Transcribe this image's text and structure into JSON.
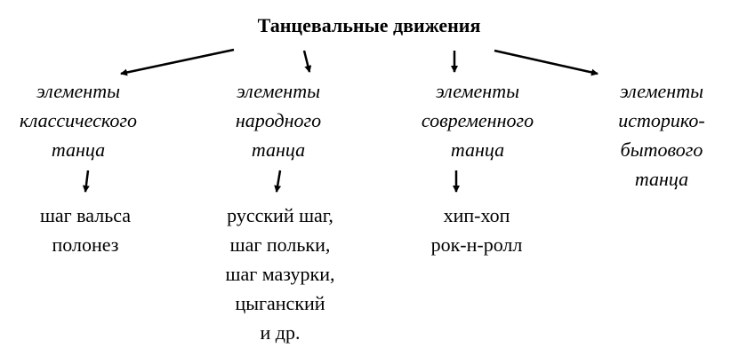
{
  "title": "Танцевальные движения",
  "categories": [
    {
      "lines": [
        "элементы",
        "классического",
        "танца"
      ],
      "examples": [
        "шаг вальса",
        "полонез"
      ]
    },
    {
      "lines": [
        "элементы",
        "народного",
        "танца"
      ],
      "examples": [
        "русский шаг,",
        "шаг польки,",
        "шаг мазурки,",
        "цыганский",
        "и др."
      ]
    },
    {
      "lines": [
        "элементы",
        "современного",
        "танца"
      ],
      "examples": [
        "хип-хоп",
        "рок-н-ролл"
      ]
    },
    {
      "lines": [
        "элементы",
        "историко-",
        "бытового",
        "танца"
      ],
      "examples": []
    }
  ]
}
